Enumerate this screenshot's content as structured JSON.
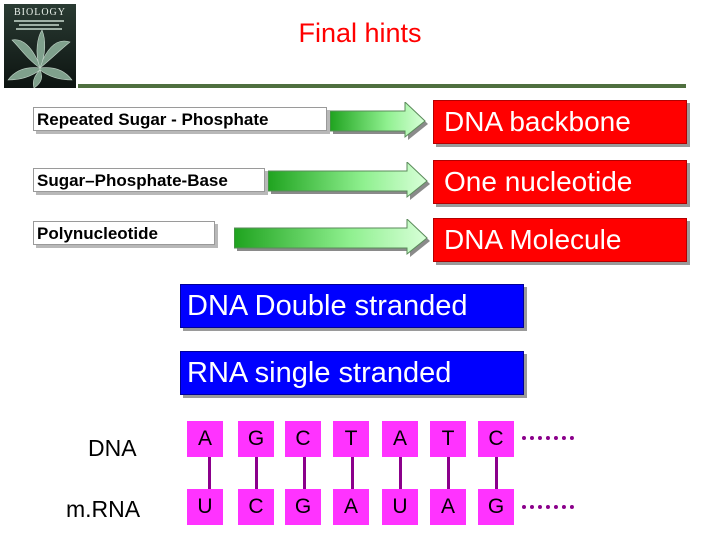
{
  "slide": {
    "title": "Final hints",
    "accent_color": "#ff0000",
    "cell_color": "#ff33ff"
  },
  "cover": {
    "icon": "book-cover-image",
    "title": "BIOLOGY"
  },
  "hints": [
    {
      "term": "Repeated Sugar - Phosphate",
      "answer": "DNA backbone"
    },
    {
      "term": "Sugar–Phosphate-Base",
      "answer": "One nucleotide"
    },
    {
      "term": "Polynucleotide",
      "answer": "DNA Molecule"
    }
  ],
  "strands": {
    "dna": "DNA Double stranded",
    "rna": "RNA single stranded"
  },
  "sequence": {
    "dna_label": "DNA",
    "rna_label": "m.RNA",
    "dna": [
      "A",
      "G",
      "C",
      "T",
      "A",
      "T",
      "C"
    ],
    "rna": [
      "U",
      "C",
      "G",
      "A",
      "U",
      "A",
      "G"
    ]
  }
}
